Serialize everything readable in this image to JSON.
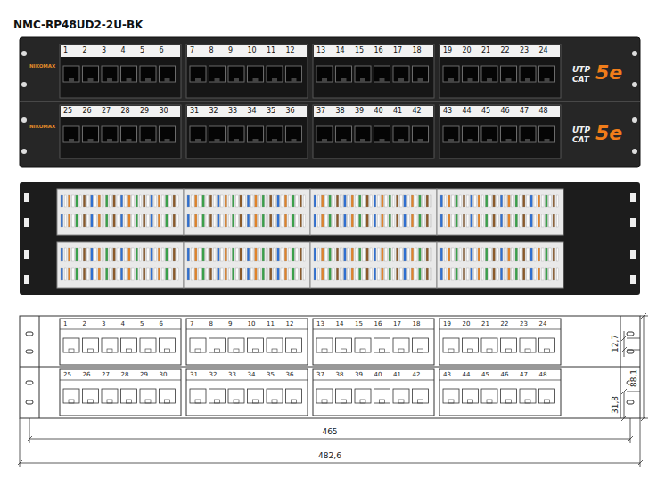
{
  "diagram": {
    "title": "NMC-RP48UD2-2U-BK",
    "labels": [
      "1",
      "2",
      "3",
      "4",
      "5",
      "6",
      "7",
      "8",
      "9",
      "10",
      "11",
      "12",
      "13",
      "14",
      "15",
      "16",
      "17",
      "18",
      "19",
      "20",
      "21",
      "22",
      "23",
      "24",
      "25",
      "26",
      "27",
      "28",
      "29",
      "30",
      "31",
      "32",
      "33",
      "34",
      "35",
      "36",
      "37",
      "38",
      "39",
      "40",
      "41",
      "42",
      "43",
      "44",
      "45",
      "46",
      "47",
      "48",
      "NIKOMAX",
      "UTP",
      "CAT",
      "5e",
      "NIKOMAX",
      "UTP",
      "CAT",
      "5e",
      "1",
      "2",
      "3",
      "4",
      "5",
      "6",
      "7",
      "8",
      "9",
      "10",
      "11",
      "12",
      "13",
      "14",
      "15",
      "16",
      "17",
      "18",
      "19",
      "20",
      "21",
      "22",
      "23",
      "24",
      "25",
      "26",
      "27",
      "28",
      "29",
      "30",
      "31",
      "32",
      "33",
      "34",
      "35",
      "36",
      "37",
      "38",
      "39",
      "40",
      "41",
      "42",
      "43",
      "44",
      "45",
      "46",
      "47",
      "48",
      "12,7",
      "88,1",
      "31,8",
      "465",
      "482,6"
    ]
  }
}
